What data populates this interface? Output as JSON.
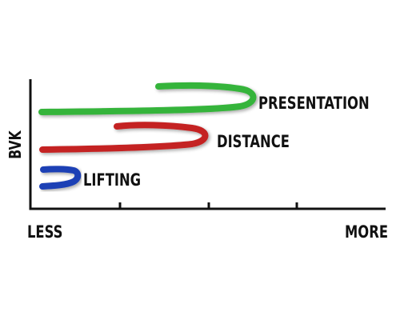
{
  "diagram": {
    "y_axis_label": "BVK",
    "x_axis_min_label": "LESS",
    "x_axis_max_label": "MORE",
    "curves": [
      {
        "label": "PRESENTATION",
        "color": "#36b43a"
      },
      {
        "label": "DISTANCE",
        "color": "#c42323"
      },
      {
        "label": "LIFTING",
        "color": "#1f3fb5"
      }
    ]
  }
}
